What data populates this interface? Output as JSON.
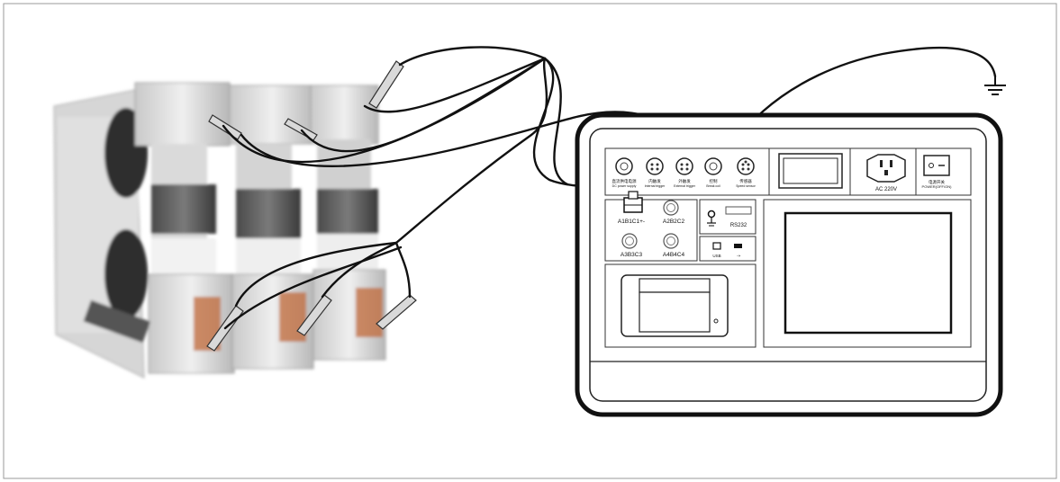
{
  "device": {
    "connectors": [
      {
        "id": "dc-power",
        "label_cn": "直流供电电源",
        "label_en": "DC power supply"
      },
      {
        "id": "internal-trigger",
        "label_cn": "内触发",
        "label_en": "Internal trigger"
      },
      {
        "id": "external-trigger",
        "label_cn": "外触发",
        "label_en": "External trigger"
      },
      {
        "id": "break-coil",
        "label_cn": "控制",
        "label_en": "Break coil"
      },
      {
        "id": "speed-sensor",
        "label_cn": "传感器",
        "label_en": "Speed sensor"
      }
    ],
    "voltage_label": "AC 220V",
    "power_switch_cn": "电源开关",
    "power_switch_en": "POWER(OFF/ON)",
    "channels": [
      "A1B1C1+-",
      "A2B2C2",
      "A3B3C3",
      "A4B4C4"
    ],
    "rs232_label": "RS232",
    "usb_label": "USB",
    "usb2_label": "⇢",
    "ground_symbol": "⏚"
  }
}
